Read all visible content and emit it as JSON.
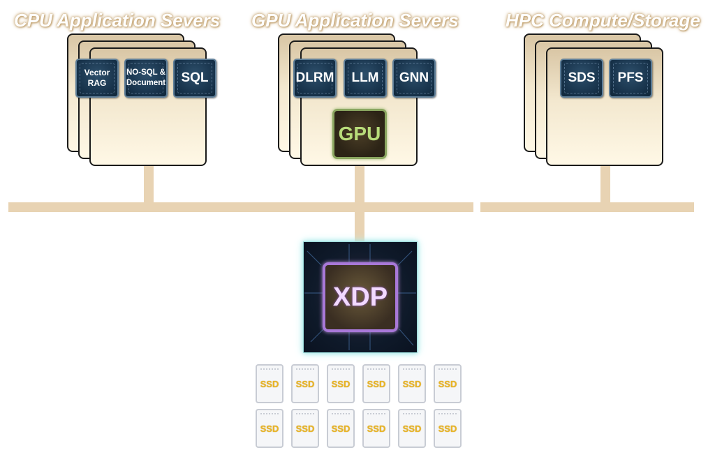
{
  "groups": [
    {
      "title": "CPU Application Severs",
      "chips": [
        "Vector RAG",
        "NO-SQL & Document",
        "SQL"
      ]
    },
    {
      "title": "GPU Application Severs",
      "chips": [
        "DLRM",
        "LLM",
        "GNN"
      ],
      "accelerator": "GPU"
    },
    {
      "title": "HPC Compute/Storage",
      "chips": [
        "SDS",
        "PFS"
      ]
    }
  ],
  "xdp": {
    "label": "XDP"
  },
  "ssd": {
    "label": "SSD",
    "rows": 2,
    "per_row": 6
  },
  "colors": {
    "bus": "#e8d3b3",
    "chip": "#17324a",
    "gpu_border": "#8aa660",
    "xdp_border": "#a878d8",
    "ssd_label": "#e9b425"
  }
}
